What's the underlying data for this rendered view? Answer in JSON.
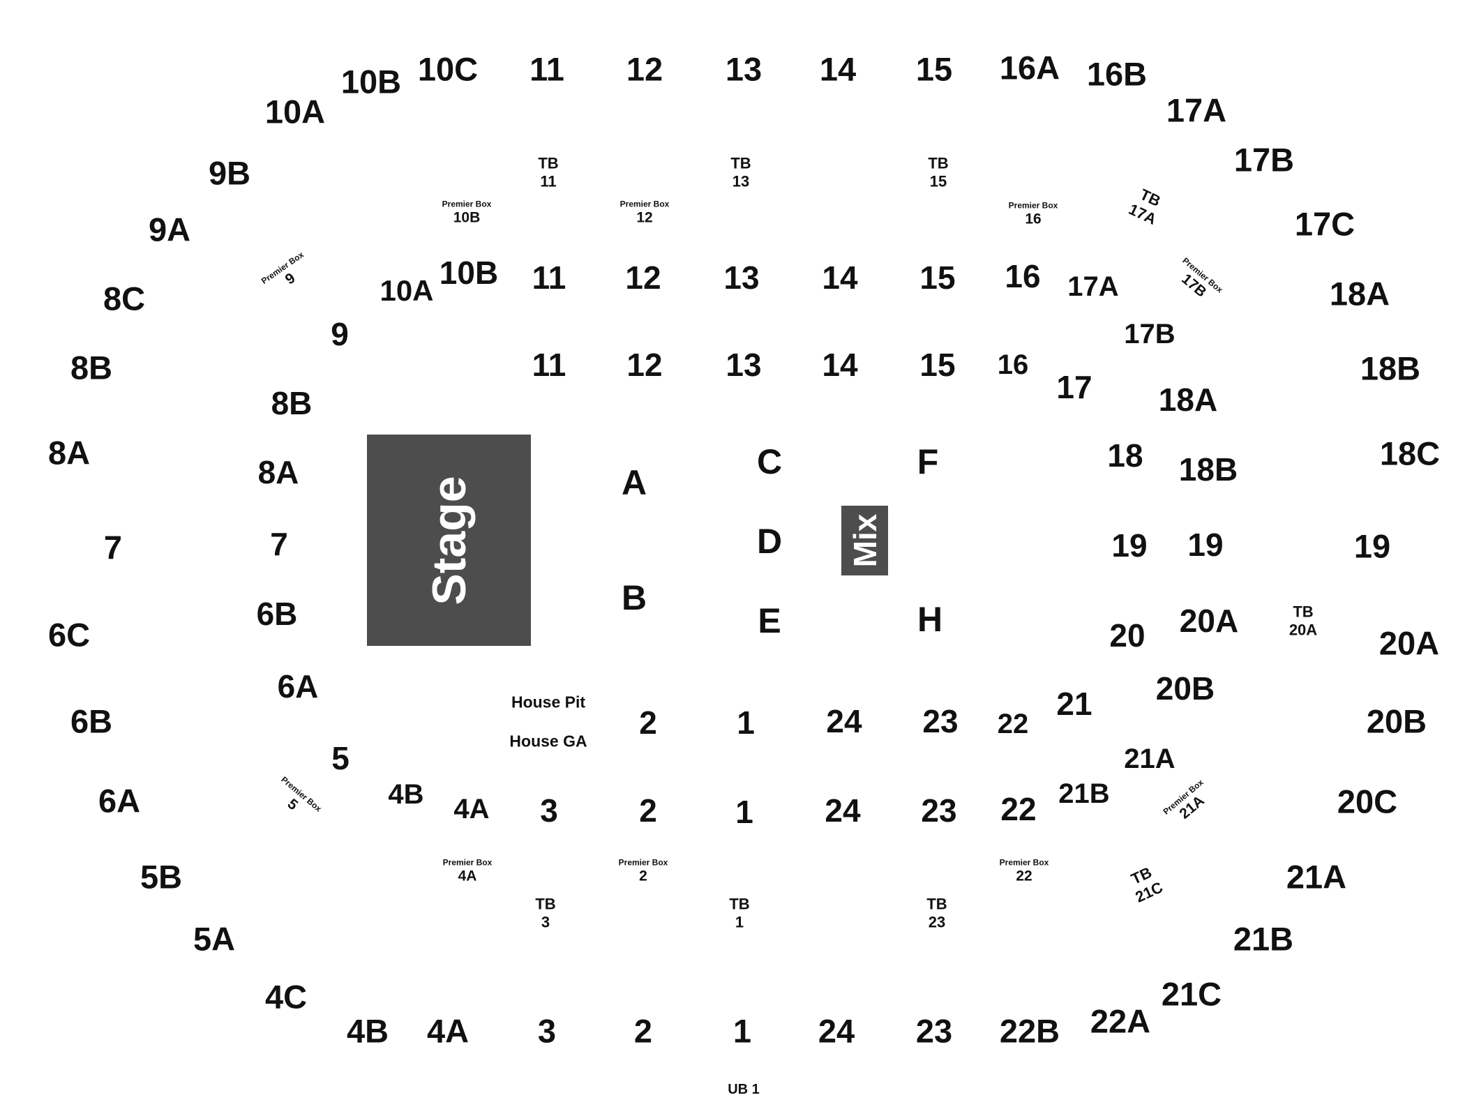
{
  "stage_label": "Stage",
  "mix_label": "Mix",
  "house_pit": "House Pit",
  "house_ga": "House GA",
  "ub_label": "UB 1",
  "premier_caption": "Premier Box",
  "upper_sections": [
    "10C",
    "11",
    "12",
    "13",
    "14",
    "15",
    "16A",
    "16B",
    "17A",
    "17B",
    "17C",
    "18A",
    "18B",
    "18C",
    "19",
    "20A",
    "20B",
    "20C",
    "21A",
    "21B",
    "21C",
    "22A",
    "22B",
    "23",
    "24",
    "1",
    "2",
    "3",
    "4A",
    "4B",
    "4C",
    "5A",
    "5B",
    "6A",
    "6B",
    "6C",
    "7",
    "8A",
    "8B",
    "8C",
    "9A",
    "9B",
    "10A",
    "10B"
  ],
  "lower_sections": [
    "10B",
    "11",
    "12",
    "13",
    "14",
    "15",
    "16",
    "17A",
    "17B",
    "18A",
    "18B",
    "19",
    "20A",
    "20B",
    "21A",
    "21B",
    "22",
    "23",
    "24",
    "1",
    "2",
    "3",
    "4A",
    "4B",
    "5",
    "6A",
    "6B",
    "7",
    "8A",
    "8B",
    "9",
    "10A"
  ],
  "inner_sections": [
    "11",
    "12",
    "13",
    "14",
    "15",
    "16",
    "17",
    "18",
    "19",
    "20",
    "21",
    "22",
    "23",
    "24",
    "1",
    "2"
  ],
  "floor_sections": [
    "A",
    "B",
    "C",
    "D",
    "E",
    "F",
    "H"
  ],
  "tb_boxes": [
    {
      "line1": "TB",
      "line2": "11"
    },
    {
      "line1": "TB",
      "line2": "13"
    },
    {
      "line1": "TB",
      "line2": "15"
    },
    {
      "line1": "TB",
      "line2": "17A"
    },
    {
      "line1": "TB",
      "line2": "20A"
    },
    {
      "line1": "TB",
      "line2": "21C"
    },
    {
      "line1": "TB",
      "line2": "23"
    },
    {
      "line1": "TB",
      "line2": "1"
    },
    {
      "line1": "TB",
      "line2": "3"
    }
  ],
  "premier_boxes": [
    "10B",
    "12",
    "16",
    "17B",
    "21A",
    "22",
    "2",
    "4A",
    "5",
    "9"
  ]
}
